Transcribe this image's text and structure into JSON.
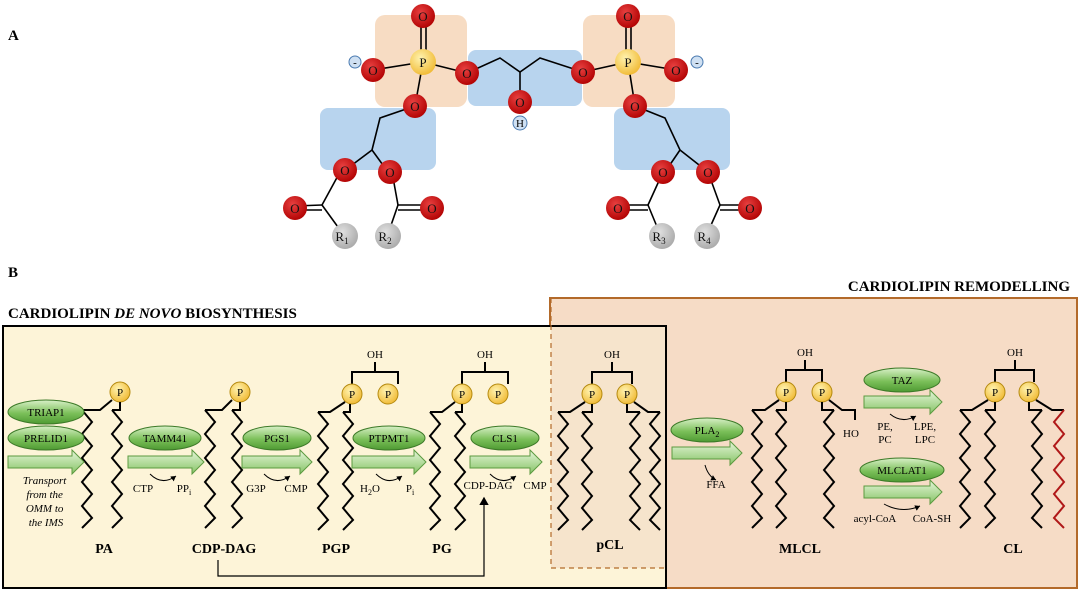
{
  "panel_a": {
    "label": "A",
    "atom_O": "O",
    "atom_P": "P",
    "atom_H": "H",
    "minus": "-",
    "r_groups": [
      {
        "base": "R",
        "sub": "1"
      },
      {
        "base": "R",
        "sub": "2"
      },
      {
        "base": "R",
        "sub": "3"
      },
      {
        "base": "R",
        "sub": "4"
      }
    ]
  },
  "panel_b": {
    "label": "B",
    "denovo_title_pre": "CARDIOLIPIN ",
    "denovo_title_em": "DE NOVO",
    "denovo_title_post": " BIOSYNTHESIS",
    "remodel_title": "CARDIOLIPIN REMODELLING",
    "p": "P",
    "oh": "OH",
    "ho": "HO",
    "transport": [
      "Transport",
      "from the",
      "OMM to",
      "the IMS"
    ],
    "enzymes": {
      "triap1": "TRIAP1",
      "prelid1": "PRELID1",
      "tamm41": "TAMM41",
      "pgs1": "PGS1",
      "ptpmt1": "PTPMT1",
      "cls1": "CLS1",
      "pla2_base": "PLA",
      "pla2_sub": "2",
      "taz": "TAZ",
      "mlclat1": "MLCLAT1"
    },
    "cofactors": {
      "ctp": "CTP",
      "ppi_base": "PP",
      "ppi_sub": "i",
      "g3p": "G3P",
      "cmp": "CMP",
      "h2o_pre": "H",
      "h2o_sub": "2",
      "h2o_post": "O",
      "pi_base": "P",
      "pi_sub": "i",
      "cdpdag": "CDP-DAG",
      "cmp2": "CMP",
      "ffa": "FFA",
      "pe": "PE,",
      "pc": "PC",
      "lpe": "LPE,",
      "lpc": "LPC",
      "acylcoa": "acyl-CoA",
      "coash": "CoA-SH"
    },
    "molecules": {
      "pa": "PA",
      "cdpdag": "CDP-DAG",
      "pgp": "PGP",
      "pg": "PG",
      "pcl": "pCL",
      "mlcl": "MLCL",
      "cl": "CL"
    }
  }
}
